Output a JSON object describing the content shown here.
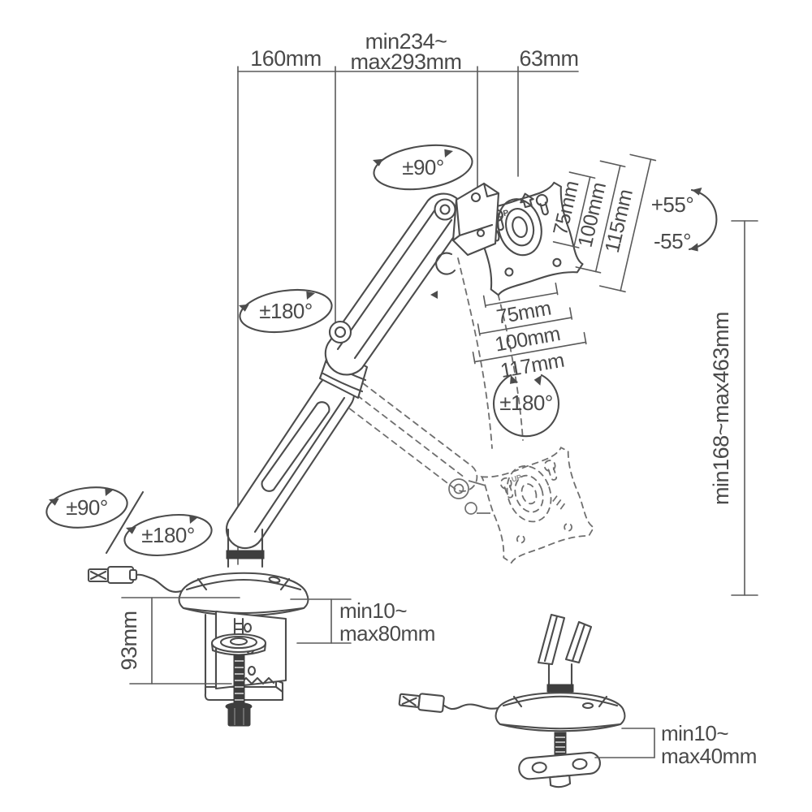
{
  "diagram": {
    "title": "monitor-arm-dimension-diagram",
    "colors": {
      "line": "#4c4c4c",
      "dimension": "#5a5a5a",
      "ghost": "#6f6f6f",
      "dark_fill": "#3e3e3e",
      "background": "#ffffff"
    },
    "top": {
      "seg1": "160mm",
      "seg2a": "min234~",
      "seg2b": "max293mm",
      "seg3": "63mm"
    },
    "rot": {
      "head_swivel": "±90°",
      "arm_rotate": "±180°",
      "tilt_up": "+55°",
      "tilt_down": "-55°",
      "vesa_rotate": "±180°",
      "base_90": "±90°",
      "base_180": "±180°"
    },
    "vesa": {
      "up": "UP",
      "vertical": [
        "75mm",
        "100mm",
        "115mm"
      ],
      "horizontal": [
        "75mm",
        "100mm",
        "117mm"
      ]
    },
    "height_range": "min168~max463mm",
    "clamp": {
      "height": "93mm",
      "r1": "min10~",
      "r2": "max80mm"
    },
    "grommet": {
      "r1": "min10~",
      "r2": "max40mm"
    }
  }
}
